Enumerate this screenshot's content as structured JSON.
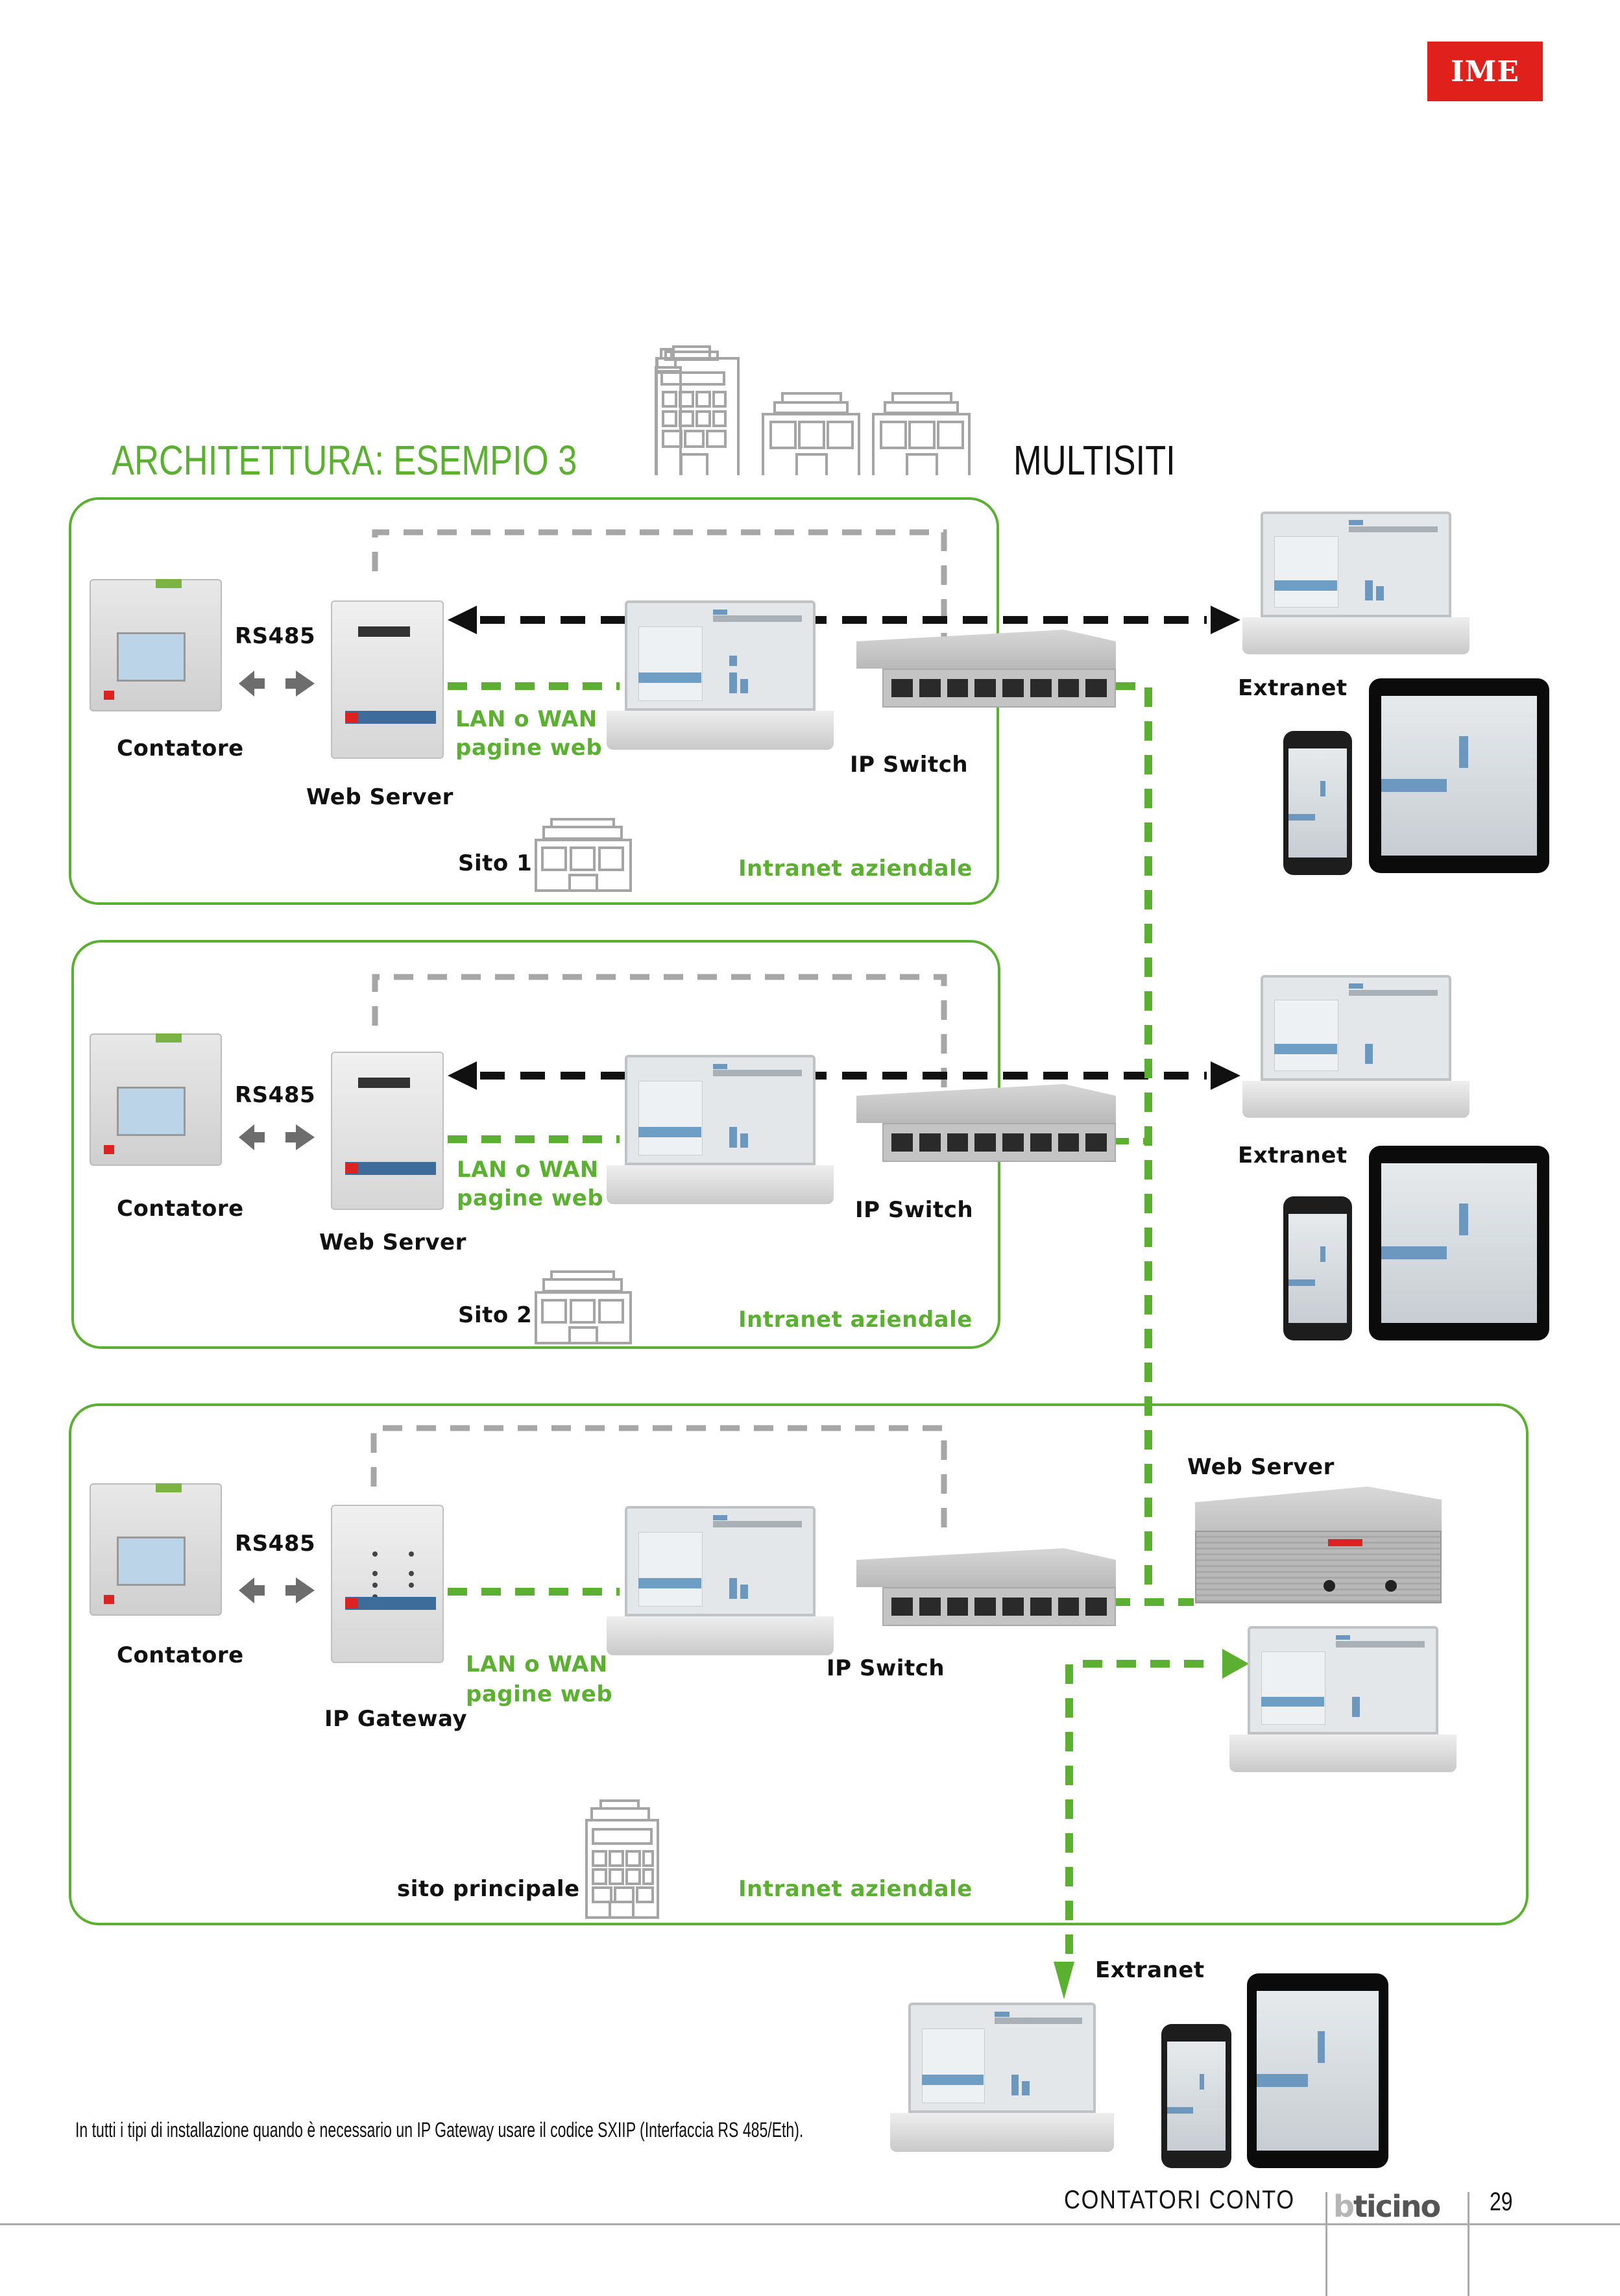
{
  "brand": {
    "logo": "IME",
    "logo_color": "#e0211b"
  },
  "header": {
    "title_green": "ARCHITETTURA: ESEMPIO 3",
    "title_black": "MULTISITI",
    "accent_color": "#5bb031",
    "icon": "buildings-icon"
  },
  "sites": [
    {
      "name": "Sito 1",
      "meter_label": "Contatore",
      "bus_label": "RS485",
      "device_label": "Web Server",
      "link_label_1": "LAN o WAN",
      "link_label_2": "pagine web",
      "switch_label": "IP Switch",
      "network_label": "Intranet aziendale",
      "extranet_label": "Extranet"
    },
    {
      "name": "Sito 2",
      "meter_label": "Contatore",
      "bus_label": "RS485",
      "device_label": "Web Server",
      "link_label_1": "LAN o WAN",
      "link_label_2": "pagine web",
      "switch_label": "IP Switch",
      "network_label": "Intranet aziendale",
      "extranet_label": "Extranet"
    },
    {
      "name": "sito principale",
      "meter_label": "Contatore",
      "bus_label": "RS485",
      "device_label": "IP Gateway",
      "link_label_1": "LAN o WAN",
      "link_label_2": "pagine web",
      "switch_label": "IP Switch",
      "network_label": "Intranet aziendale",
      "server_label": "Web Server",
      "extranet_label": "Extranet"
    }
  ],
  "note": "In tutti i tipi di installazione quando è necessario un IP Gateway usare il codice SXIIP (Interfaccia RS 485/Eth).",
  "footer": {
    "section": "CONTATORI CONTO",
    "brand_b": "b",
    "brand_rest": "ticino",
    "page_number": "29"
  },
  "colors": {
    "green_line": "#5bb031",
    "black_line": "#111111",
    "gray_line": "#a6a6a6",
    "bus_arrow": "#6d6d6d"
  }
}
